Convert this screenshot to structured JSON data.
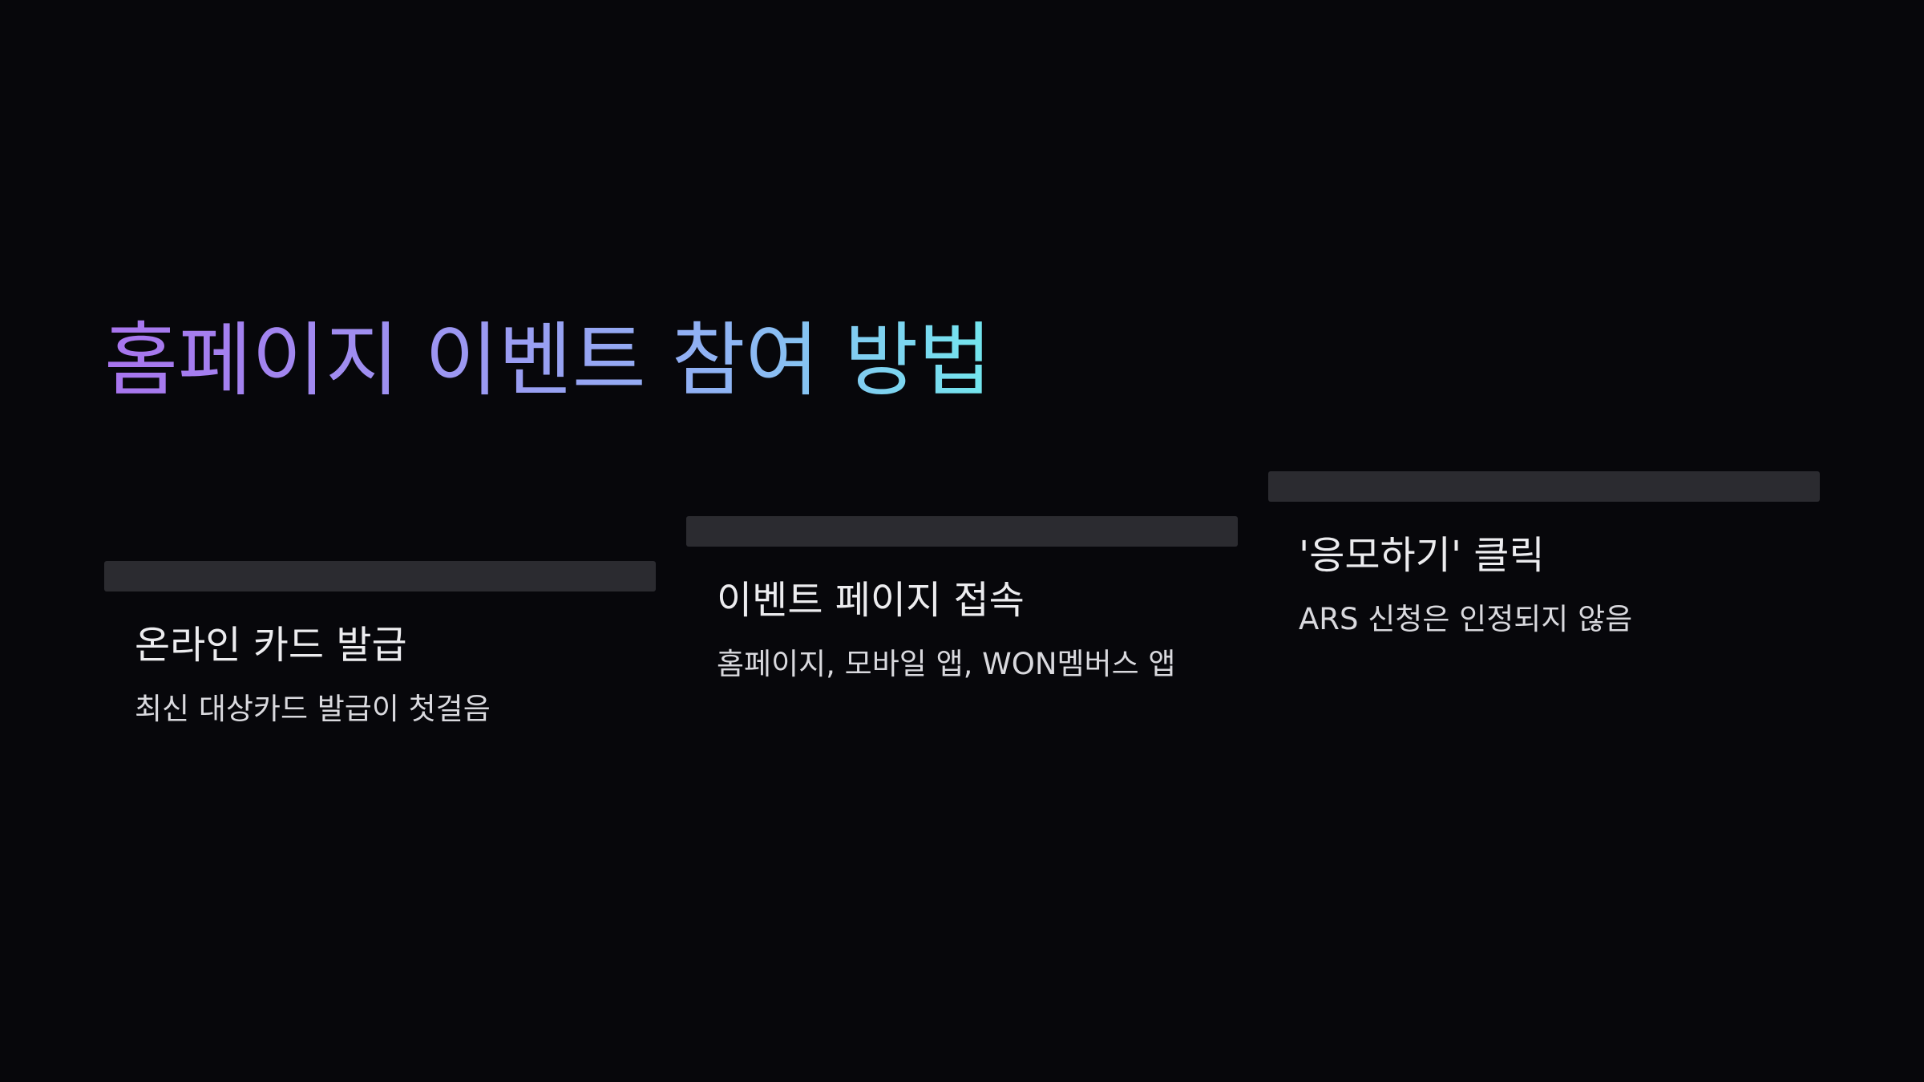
{
  "title": "홈페이지 이벤트 참여 방법",
  "steps": [
    {
      "heading": "온라인 카드 발급",
      "description": "최신 대상카드 발급이 첫걸음"
    },
    {
      "heading": "이벤트 페이지 접속",
      "description": "홈페이지, 모바일 앱, WON멤버스 앱"
    },
    {
      "heading": "'응모하기' 클릭",
      "description": "ARS 신청은 인정되지 않음"
    }
  ],
  "colors": {
    "background": "#07070b",
    "bar": "#2b2b30",
    "title_gradient": [
      "#a874ee",
      "#9a9cf2",
      "#8fb4f4",
      "#72e6ee"
    ]
  }
}
